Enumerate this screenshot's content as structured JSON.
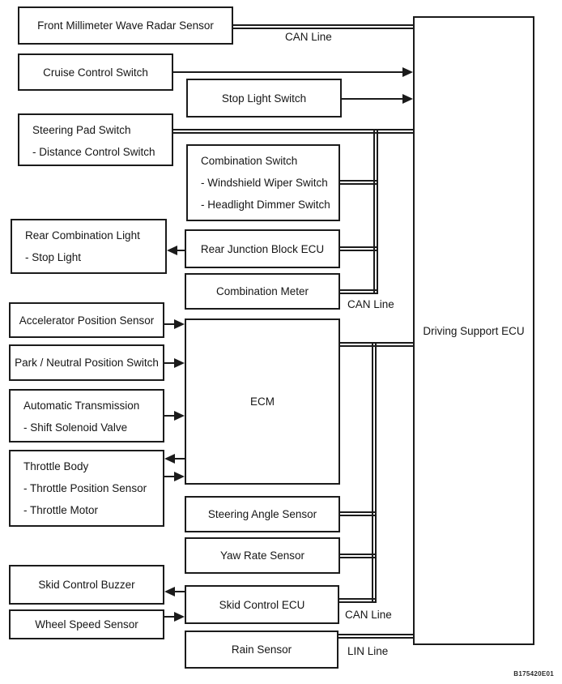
{
  "diagram": {
    "colors": {
      "background": "#ffffff",
      "line": "#1b1b1b"
    },
    "figure_code": "B175420E01",
    "labels": {
      "can_line_top": "CAN Line",
      "can_line_middle": "CAN Line",
      "can_line_bottom": "CAN Line",
      "lin_line": "LIN Line"
    },
    "boxes": {
      "radar": {
        "lines": [
          "Front Millimeter Wave Radar Sensor"
        ]
      },
      "cruise_control_switch": {
        "lines": [
          "Cruise Control Switch"
        ]
      },
      "stop_light_switch": {
        "lines": [
          "Stop Light Switch"
        ]
      },
      "steering_pad_switch": {
        "lines": [
          "Steering Pad Switch",
          "- Distance Control Switch"
        ]
      },
      "combination_switch": {
        "lines": [
          "Combination Switch",
          "- Windshield Wiper Switch",
          "- Headlight Dimmer Switch"
        ]
      },
      "rear_combination_light": {
        "lines": [
          "Rear Combination Light",
          "- Stop Light"
        ]
      },
      "rear_junction_block_ecu": {
        "lines": [
          "Rear Junction Block ECU"
        ]
      },
      "combination_meter": {
        "lines": [
          "Combination Meter"
        ]
      },
      "accelerator_position_sensor": {
        "lines": [
          "Accelerator Position Sensor"
        ]
      },
      "park_neutral_position_switch": {
        "lines": [
          "Park / Neutral Position Switch"
        ]
      },
      "automatic_transmission": {
        "lines": [
          "Automatic Transmission",
          "- Shift Solenoid Valve"
        ]
      },
      "throttle_body": {
        "lines": [
          "Throttle Body",
          "- Throttle Position Sensor",
          "- Throttle Motor"
        ]
      },
      "ecm": {
        "lines": [
          "ECM"
        ]
      },
      "steering_angle_sensor": {
        "lines": [
          "Steering Angle Sensor"
        ]
      },
      "yaw_rate_sensor": {
        "lines": [
          "Yaw Rate Sensor"
        ]
      },
      "skid_control_buzzer": {
        "lines": [
          "Skid Control Buzzer"
        ]
      },
      "wheel_speed_sensor": {
        "lines": [
          "Wheel Speed Sensor"
        ]
      },
      "skid_control_ecu": {
        "lines": [
          "Skid Control ECU"
        ]
      },
      "rain_sensor": {
        "lines": [
          "Rain Sensor"
        ]
      },
      "driving_support_ecu": {
        "lines": [
          "Driving Support ECU"
        ]
      }
    }
  }
}
